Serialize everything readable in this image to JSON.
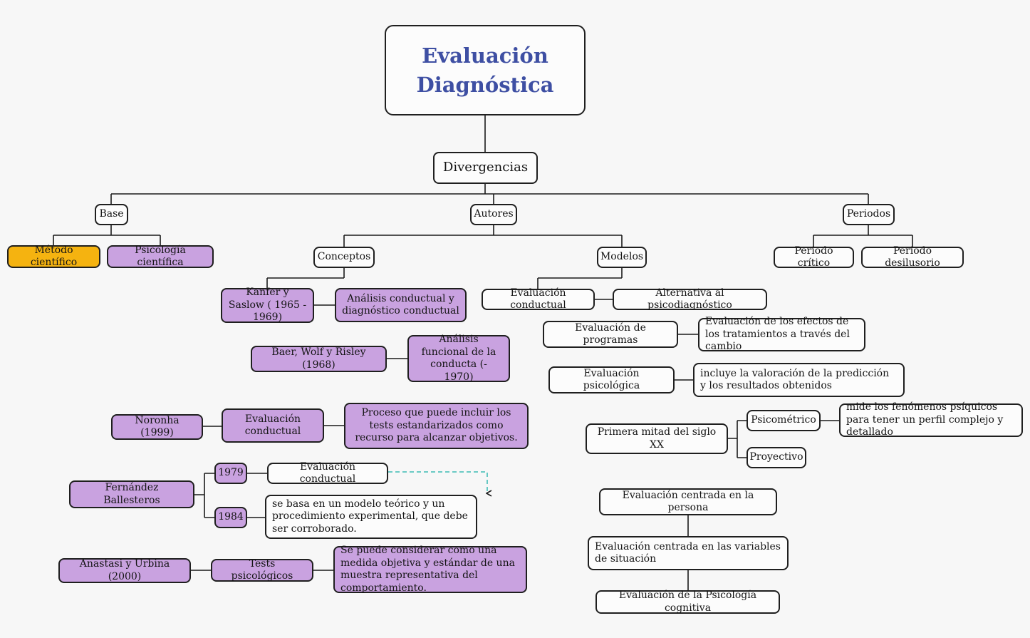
{
  "title": "Evaluación Diagnóstica",
  "root_label": "Divergencias",
  "base": {
    "label": "Base",
    "metodo_cientifico": "Método científico",
    "psicologia_cientifica": "Psicología científica"
  },
  "autores": {
    "label": "Autores",
    "conceptos": {
      "label": "Conceptos",
      "kanfer": {
        "autor": "Kanfer y Saslow ( 1965 - 1969)",
        "concepto": "Análisis conductual y diagnóstico conductual"
      },
      "baer": {
        "autor": "Baer, Wolf y Risley (1968)",
        "concepto": "Análisis funcional de la conducta (- 1970)"
      },
      "noronha": {
        "autor": "Noronha (1999)",
        "concepto": "Evaluación conductual",
        "detalle": "Proceso que puede incluir los tests estandarizados como recurso para alcanzar objetivos."
      },
      "fernandez": {
        "autor": "Fernández Ballesteros",
        "anio_1979": "1979",
        "concepto_1979": "Evaluación conductual",
        "anio_1984": "1984",
        "detalle_1984": "se basa en un modelo teórico y un procedimiento experimental, que debe ser corroborado."
      },
      "anastasi": {
        "autor": "Anastasi y Urbina (2000)",
        "concepto": "Tests psicológicos",
        "detalle": "Se puede considerar como una medida objetiva y estándar de una muestra representativa del comportamiento."
      }
    },
    "modelos": {
      "label": "Modelos",
      "conductual": {
        "nombre": "Evaluación conductual",
        "detalle": "Alternativa al psicodiagnóstico"
      },
      "programas": {
        "nombre": "Evaluación de programas",
        "detalle": "Evaluación de los efectos de los tratamientos a través del cambio"
      },
      "psicologica": {
        "nombre": "Evaluación psicológica",
        "detalle": "incluye la valoración de la predicción y los resultados obtenidos"
      },
      "siglo_xx": {
        "nombre": "Primera mitad del siglo XX",
        "psicometrico": "Psicométrico",
        "psicometrico_detalle": "mide los fenómenos psíquicos para tener un perfil complejo y detallado",
        "proyectivo": "Proyectivo"
      },
      "centrada": {
        "persona": "Evaluación centrada en la persona",
        "variables": "Evaluación  centrada en las variables de situación",
        "cognitiva": "Evaluación de la Psicología cognitiva"
      }
    }
  },
  "periodos": {
    "label": "Periodos",
    "critico": "Periodo crítico",
    "desilusorio": "Periodo desilusorio"
  },
  "colors": {
    "node_purple": "#c9a2e0",
    "node_orange": "#f5b310",
    "title_blue": "#3e4fa3",
    "connector": "#1a1a1a",
    "dashed_arrow": "#56c3bd"
  }
}
